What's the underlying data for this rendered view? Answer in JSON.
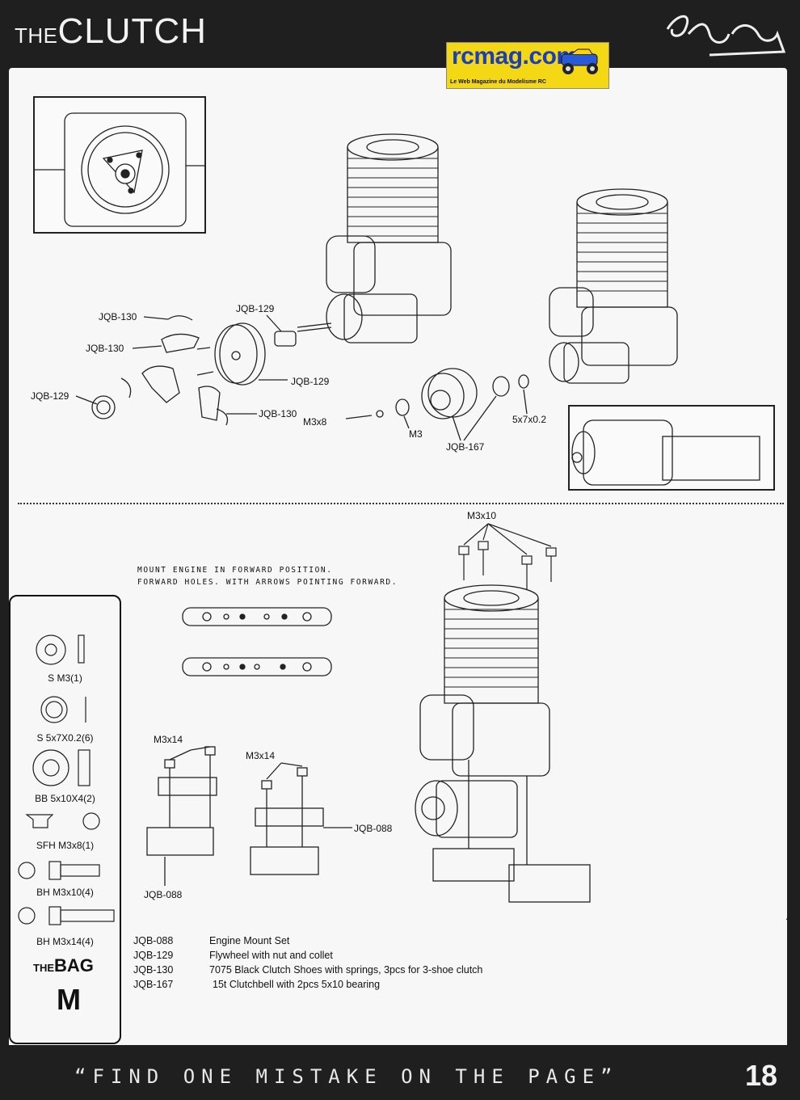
{
  "header": {
    "the": "THE",
    "title": "CLUTCH"
  },
  "badge": {
    "site": "rcmag.com",
    "tagline": "Le Web Magazine du Modelisme RC"
  },
  "top_diagram": {
    "labels": [
      "JQB-130",
      "JQB-130",
      "JQB-129",
      "JQB-129",
      "JQB-129",
      "JQB-130",
      "M3x8",
      "M3",
      "JQB-167",
      "5x7x0.2"
    ]
  },
  "bottom_diagram": {
    "m3x10": "M3x10",
    "m3x14_a": "M3x14",
    "m3x14_b": "M3x14",
    "jqb088_a": "JQB-088",
    "jqb088_b": "JQB-088",
    "note_line1": "MOUNT ENGINE IN FORWARD POSITION.",
    "note_line2": "FORWARD HOLES. WITH ARROWS POINTING FORWARD."
  },
  "bag": {
    "items": [
      "S M3(1)",
      "S 5x7X0.2(6)",
      "BB 5x10X4(2)",
      "SFH M3x8(1)",
      "BH M3x10(4)",
      "BH M3x14(4)"
    ],
    "title_small": "THE",
    "title_big": "BAG",
    "letter": "M"
  },
  "parts": [
    {
      "code": "JQB-088",
      "desc": "Engine Mount Set"
    },
    {
      "code": "JQB-129",
      "desc": "Flywheel with nut and collet"
    },
    {
      "code": "JQB-130",
      "desc": "7075 Black Clutch Shoes with springs, 3pcs for 3-shoe clutch"
    },
    {
      "code": "JQB-167",
      "desc": "15t Clutchbell with 2pcs 5x10 bearing"
    }
  ],
  "footer": {
    "quote": "“FIND ONE MISTAKE ON THE PAGE”",
    "page": "18"
  }
}
